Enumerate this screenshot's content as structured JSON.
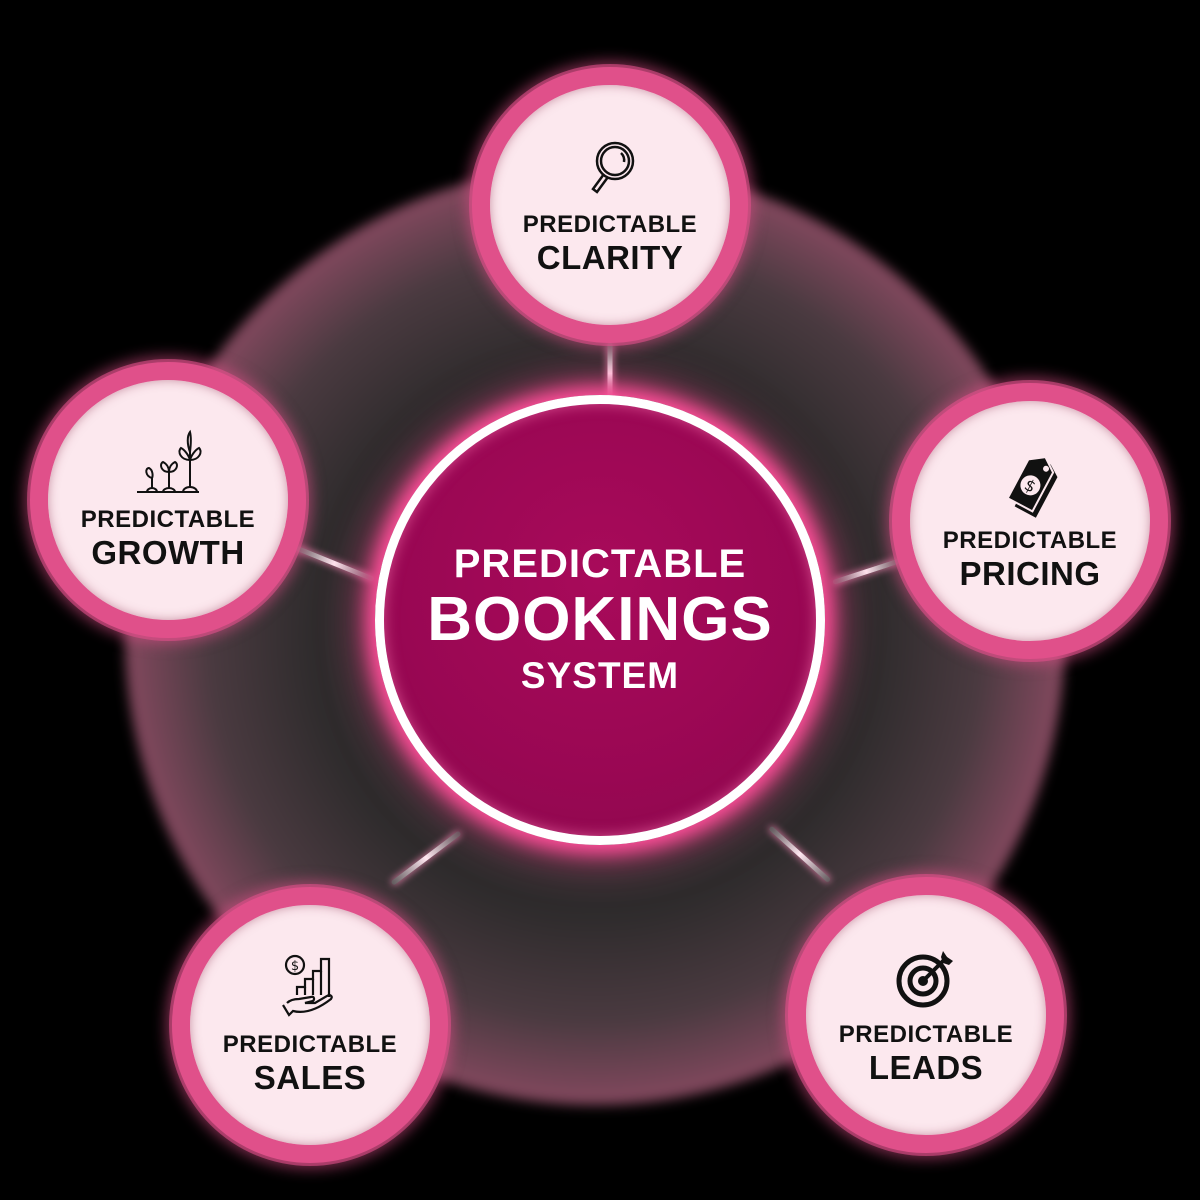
{
  "title": "Predictable Bookings System diagram",
  "colors": {
    "background": "#000000",
    "center_fill": "#990753",
    "center_border": "#ffffff",
    "node_fill": "#fce8ee",
    "node_border": "#e0508a",
    "halo": "#d45a86",
    "node_text": "#111111",
    "center_text": "#ffffff"
  },
  "center": {
    "line1": "PREDICTABLE",
    "line2": "BOOKINGS",
    "line3": "SYSTEM"
  },
  "nodes": [
    {
      "id": "clarity",
      "line1": "PREDICTABLE",
      "line2": "CLARITY",
      "icon": "magnifying-glass-icon"
    },
    {
      "id": "pricing",
      "line1": "PREDICTABLE",
      "line2": "PRICING",
      "icon": "price-tag-dollar-icon"
    },
    {
      "id": "leads",
      "line1": "PREDICTABLE",
      "line2": "LEADS",
      "icon": "target-arrow-icon"
    },
    {
      "id": "sales",
      "line1": "PREDICTABLE",
      "line2": "SALES",
      "icon": "hand-dollar-growth-chart-icon"
    },
    {
      "id": "growth",
      "line1": "PREDICTABLE",
      "line2": "GROWTH",
      "icon": "growing-plants-icon"
    }
  ]
}
